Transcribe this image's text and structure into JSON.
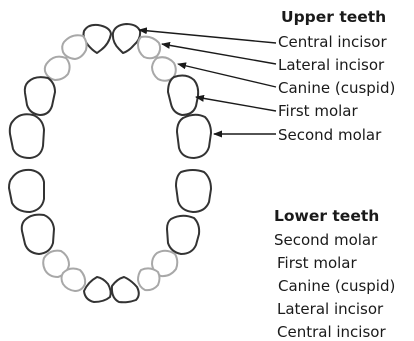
{
  "upper": {
    "heading": "Upper teeth",
    "labels": [
      "Central incisor",
      "Lateral incisor",
      "Canine (cuspid)",
      "First molar",
      "Second molar"
    ]
  },
  "lower": {
    "heading": "Lower teeth",
    "labels": [
      "Second molar",
      "First molar",
      "Canine (cuspid)",
      "Lateral incisor",
      "Central incisor"
    ]
  },
  "colors": {
    "dark_outline": "#333333",
    "light_outline": "#a8a8a8",
    "arrow": "#1a1a1a",
    "text": "#1a1a1a"
  }
}
